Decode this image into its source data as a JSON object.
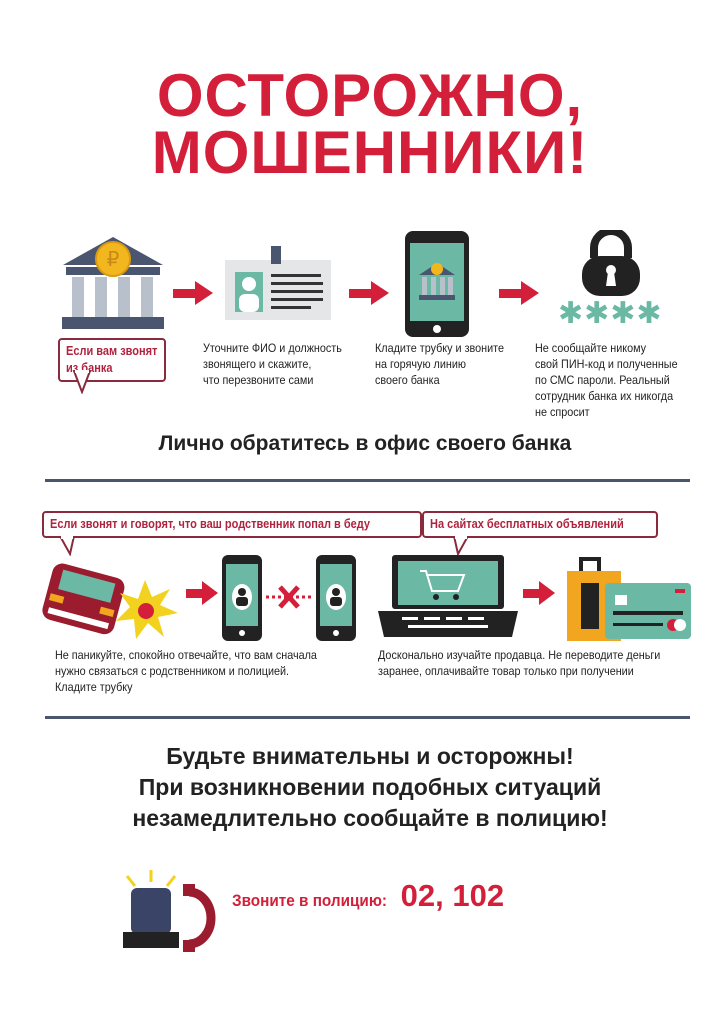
{
  "title": {
    "line1": "ОСТОРОЖНО,",
    "line2": "МОШЕННИКИ!"
  },
  "bank_section": {
    "bubble": "Если вам звонят из банка",
    "bubble_line1": "Если вам звонят",
    "bubble_line2": "из банка",
    "steps": [
      {
        "icon": "id-card-icon",
        "lines": [
          "Уточните ФИО и должность",
          "звонящего и скажите,",
          "что перезвоните сами"
        ]
      },
      {
        "icon": "phone-bank-icon",
        "lines": [
          "Кладите трубку и звоните",
          "на горячую линию",
          "своего банка"
        ]
      },
      {
        "icon": "lock-icon",
        "stars": "✱✱✱✱",
        "lines": [
          "Не сообщайте никому",
          "свой ПИН-код и полученные",
          "по СМС пароли. Реальный",
          "сотрудник банка их никогда",
          "не спросит"
        ]
      }
    ],
    "heading": "Лично обратитесь в офис своего банка"
  },
  "relative_section": {
    "bubble": "Если звонят и говорят, что ваш родственник попал в беду",
    "lines": [
      "Не паникуйте, спокойно отвечайте, что вам сначала",
      "нужно связаться с родственником и полицией.",
      "Кладите трубку"
    ]
  },
  "ads_section": {
    "bubble": "На сайтах бесплатных объявлений",
    "lines": [
      "Досконально изучайте продавца. Не переводите деньги",
      "заранее, оплачивайте товар только при получении"
    ]
  },
  "warning": {
    "lines": [
      "Будьте внимательны и осторожны!",
      "При возникновении подобных ситуаций",
      "незамедлительно сообщайте в полицию!"
    ]
  },
  "police": {
    "label": "Звоните в полицию:",
    "numbers": "02, 102"
  },
  "colors": {
    "red": "#d31f3a",
    "teal": "#6bb9a4",
    "slate": "#4a5570",
    "gold": "#f2b71f"
  }
}
